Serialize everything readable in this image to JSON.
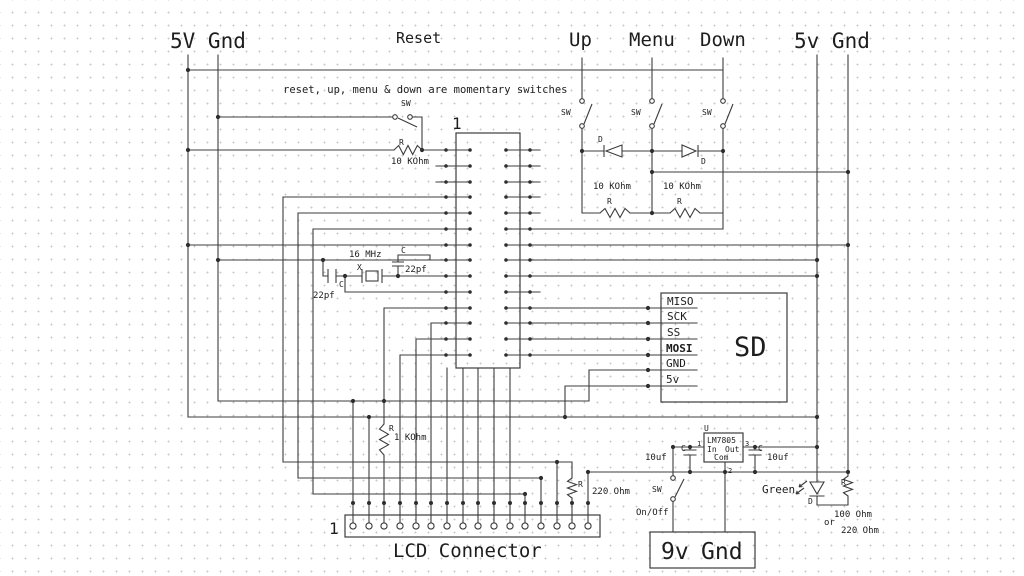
{
  "labels": {
    "power_left": "5V Gnd",
    "reset": "Reset",
    "up": "Up",
    "menu": "Menu",
    "down": "Down",
    "power_right": "5v Gnd",
    "note": "reset, up, menu & down are momentary switches",
    "sw": "SW",
    "r": "R",
    "d": "D",
    "c": "C",
    "x": "X",
    "u": "U",
    "r_10k": "10 KOhm",
    "r_1k": "1 KOhm",
    "r_220": "220 Ohm",
    "r_100": "100 Ohm",
    "or": "or",
    "c_22pf": "22pf",
    "c_10uf": "10uf",
    "xtal_freq": "16 MHz",
    "pin1": "1",
    "pin2": "2",
    "pin3": "3",
    "reg": "LM7805",
    "reg_in": "In",
    "reg_out": "Out",
    "reg_com": "Com",
    "on_off": "On/Off",
    "green": "Green",
    "lcd": "LCD Connector",
    "v9": "9v",
    "gnd9": "Gnd"
  },
  "sd": {
    "title": "SD",
    "pins": [
      "MISO",
      "SCK",
      "SS",
      "MOSI",
      "GND",
      "5v"
    ]
  }
}
